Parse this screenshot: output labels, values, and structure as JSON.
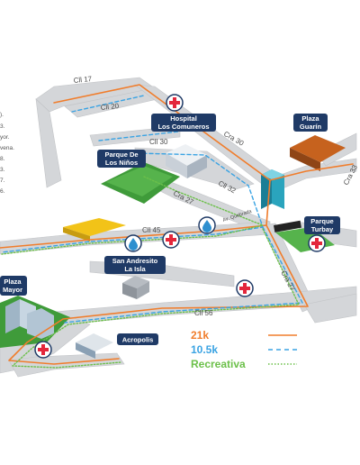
{
  "streets": {
    "cll17": "Cll 17",
    "cll20": "Cll 20",
    "cll30": "Cll 30",
    "cll32": "Cll 32",
    "cll45": "Cll 45",
    "cll56": "Cll 56",
    "cra30": "Cra 30",
    "cra27a": "Cra 27",
    "cra27b": "Cra 27",
    "cra33": "Cra 33",
    "av_quebrada": "Av. Quebrada"
  },
  "places": {
    "hospital": [
      "Hospital",
      "Los Comuneros"
    ],
    "plaza_guarin": [
      "Plaza",
      "Guarín"
    ],
    "parque_ninos": [
      "Parque De",
      "Los Niños"
    ],
    "parque_turbay": [
      "Parque",
      "Turbay"
    ],
    "san_andresito": [
      "San Andresito",
      "La Isla"
    ],
    "plaza_mayor": [
      "Plaza",
      "Mayor"
    ],
    "acropolis": [
      "Acropolis"
    ]
  },
  "left_edge_fragments": [
    ").",
    "3.",
    "yor.",
    "vena.",
    "8.",
    "3.",
    "7.",
    "6."
  ],
  "legend": [
    {
      "label": "21k",
      "color": "#f07d2c",
      "style": "solid"
    },
    {
      "label": "10.5k",
      "color": "#3aa3e3",
      "style": "dashed"
    },
    {
      "label": "Recreativa",
      "color": "#6cc04a",
      "style": "dotted"
    }
  ],
  "colors": {
    "road": "#d4d6d9",
    "route_21k": "#f07d2c",
    "route_10k": "#3aa3e3",
    "route_recreativa": "#6cc04a",
    "label_bg": "#1f3a66",
    "medical": "#e3263b",
    "water": "#2e8fcf"
  },
  "icons": {
    "medical": "medical-cross-icon",
    "water": "water-drop-icon",
    "finish": "checkered-flag-icon"
  }
}
